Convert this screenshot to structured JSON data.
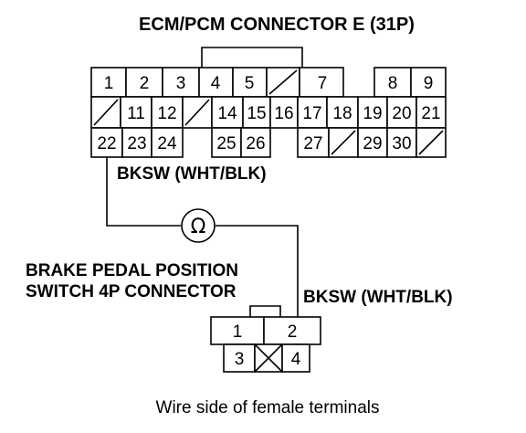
{
  "ecm_connector": {
    "title": "ECM/PCM CONNECTOR E (31P)",
    "row1": [
      {
        "label": "1"
      },
      {
        "label": "2"
      },
      {
        "label": "3"
      },
      {
        "label": "4"
      },
      {
        "label": "5"
      },
      {
        "label": ""
      },
      {
        "label": "7"
      },
      {
        "label": "8"
      },
      {
        "label": "9"
      }
    ],
    "row2": [
      {
        "label": ""
      },
      {
        "label": "11"
      },
      {
        "label": "12"
      },
      {
        "label": ""
      },
      {
        "label": "14"
      },
      {
        "label": "15"
      },
      {
        "label": "16"
      },
      {
        "label": "17"
      },
      {
        "label": "18"
      },
      {
        "label": "19"
      },
      {
        "label": "20"
      },
      {
        "label": "21"
      }
    ],
    "row3": [
      {
        "label": "22"
      },
      {
        "label": "23"
      },
      {
        "label": "24"
      },
      {
        "label": "25"
      },
      {
        "label": "26"
      },
      {
        "label": "27"
      },
      {
        "label": ""
      },
      {
        "label": "29"
      },
      {
        "label": "30"
      },
      {
        "label": ""
      }
    ]
  },
  "wire_top_label": "BKSW (WHT/BLK)",
  "meter_symbol": "Ω",
  "switch_connector": {
    "title_line1": "BRAKE PEDAL POSITION",
    "title_line2": "SWITCH 4P CONNECTOR",
    "pins": [
      {
        "label": "1"
      },
      {
        "label": "2"
      },
      {
        "label": "3"
      },
      {
        "label": ""
      },
      {
        "label": "4"
      }
    ]
  },
  "wire_bottom_label": "BKSW (WHT/BLK)",
  "caption": "Wire side of female terminals"
}
